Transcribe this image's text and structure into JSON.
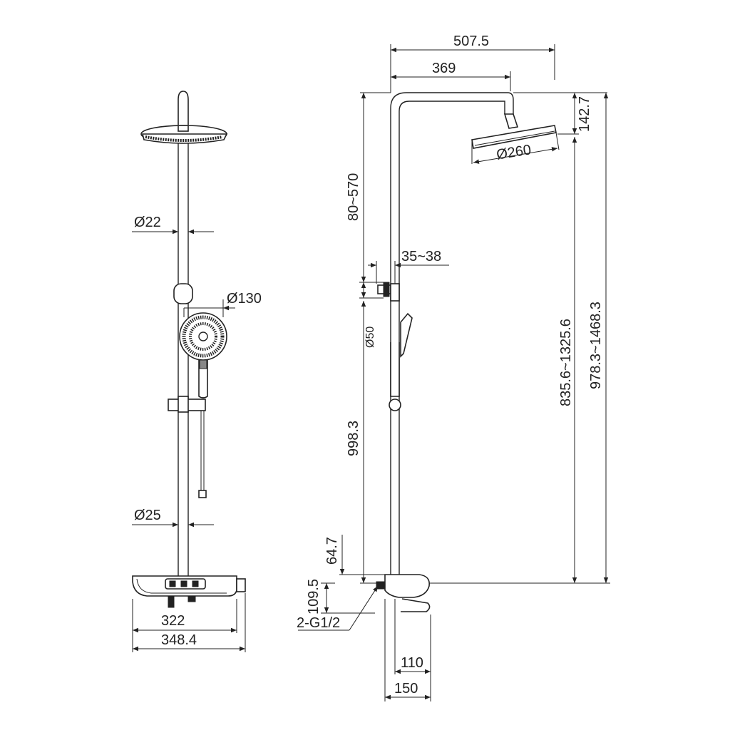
{
  "front_view": {
    "rail_diameter": "Ø22",
    "handshower_diameter": "Ø130",
    "lower_pipe_diameter": "Ø25",
    "shelf_width": "322",
    "overall_width": "348.4"
  },
  "side_view": {
    "overall_reach": "507.5",
    "arm_reach": "369",
    "head_height": "142.7",
    "head_diameter": "Ø260",
    "arm_height_range": "80~570",
    "wall_offset_range": "35~38",
    "bracket_diameter": "Ø50",
    "lower_rail_height": "998.3",
    "rail_height_range": "835.6~1325.6",
    "total_height_range": "978.3~1468.3",
    "outlet_height": "64.7",
    "inlet_height": "109.5",
    "inlet_thread": "2-G1/2",
    "shelf_depth_inner": "110",
    "shelf_depth_outer": "150"
  }
}
